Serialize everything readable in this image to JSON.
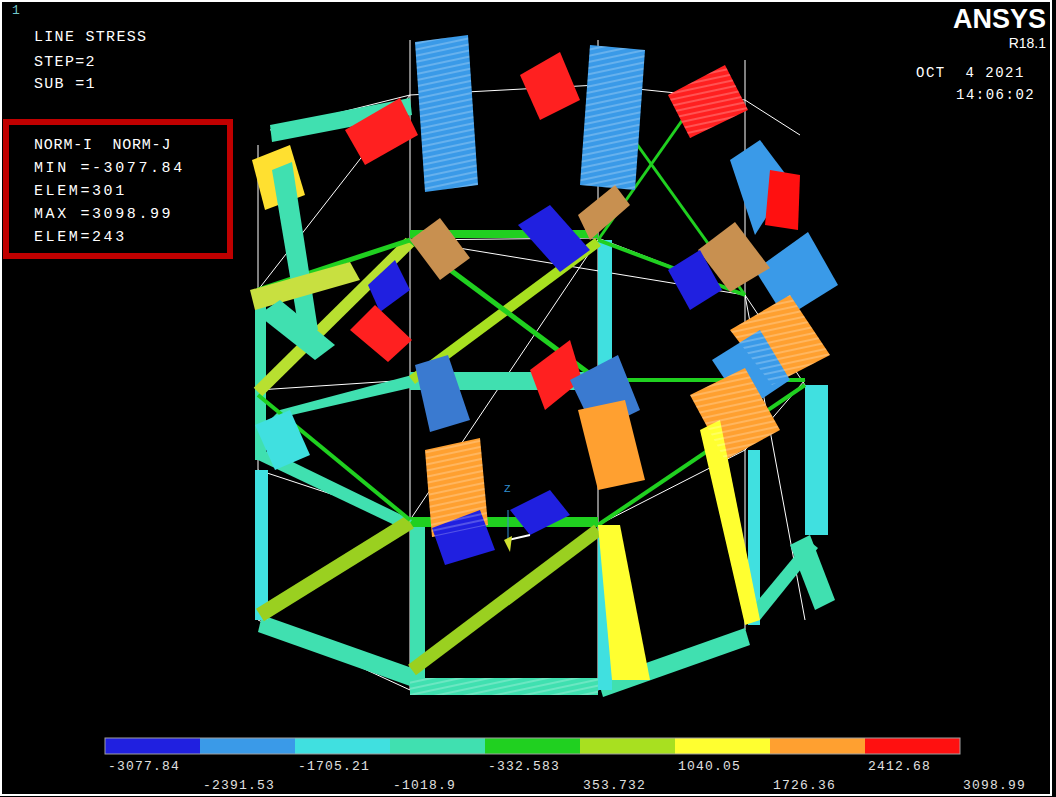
{
  "diagram": {
    "labels": [
      "1",
      "LINE STRESS",
      "STEP=2",
      "SUB =1",
      "NORM-I  NORM-J",
      "MIN =-3077.84",
      "ELEM=301",
      "MAX =3098.99",
      "ELEM=243",
      "ANSYS",
      "R18.1",
      "OCT  4 2021",
      "14:06:02",
      "Z",
      "-3077.84",
      "-2391.53",
      "-1705.21",
      "-1018.9",
      "-332.583",
      "353.732",
      "1040.05",
      "1726.36",
      "2412.68",
      "3098.99"
    ]
  }
}
